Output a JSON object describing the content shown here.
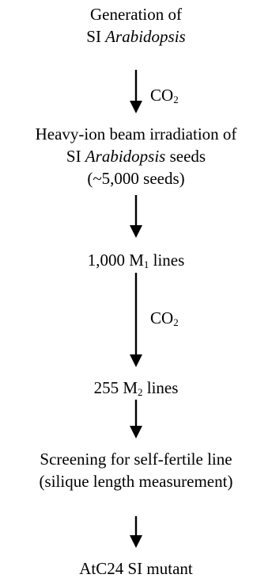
{
  "colors": {
    "text": "#000000",
    "arrow": "#000000",
    "background": "#ffffff"
  },
  "nodes": [
    {
      "lines": [
        {
          "parts": [
            {
              "text": "Generation of"
            }
          ]
        },
        {
          "parts": [
            {
              "text": "SI "
            },
            {
              "text": "Arabidopsis",
              "italic": true
            }
          ]
        }
      ]
    },
    {
      "lines": [
        {
          "parts": [
            {
              "text": "Heavy-ion beam irradiation of"
            }
          ]
        },
        {
          "parts": [
            {
              "text": "SI "
            },
            {
              "text": "Arabidopsis",
              "italic": true
            },
            {
              "text": " seeds"
            }
          ]
        },
        {
          "parts": [
            {
              "text": "(~5,000 seeds)"
            }
          ]
        }
      ]
    },
    {
      "lines": [
        {
          "parts": [
            {
              "text": "1,000 M"
            },
            {
              "text": "1",
              "sub": true
            },
            {
              "text": " lines"
            }
          ]
        }
      ]
    },
    {
      "lines": [
        {
          "parts": [
            {
              "text": "255 M"
            },
            {
              "text": "2",
              "sub": true
            },
            {
              "text": " lines"
            }
          ]
        }
      ]
    },
    {
      "lines": [
        {
          "parts": [
            {
              "text": "Screening for self-fertile line"
            }
          ]
        },
        {
          "parts": [
            {
              "text": "(silique length measurement)"
            }
          ]
        }
      ]
    },
    {
      "lines": [
        {
          "parts": [
            {
              "text": "AtC24 SI mutant"
            }
          ]
        }
      ]
    }
  ],
  "arrows": [
    {
      "label": {
        "text": "CO",
        "sub": "2"
      }
    },
    {
      "label": null
    },
    {
      "label": {
        "text": "CO",
        "sub": "2"
      }
    },
    {
      "label": null
    },
    {
      "label": null
    }
  ]
}
